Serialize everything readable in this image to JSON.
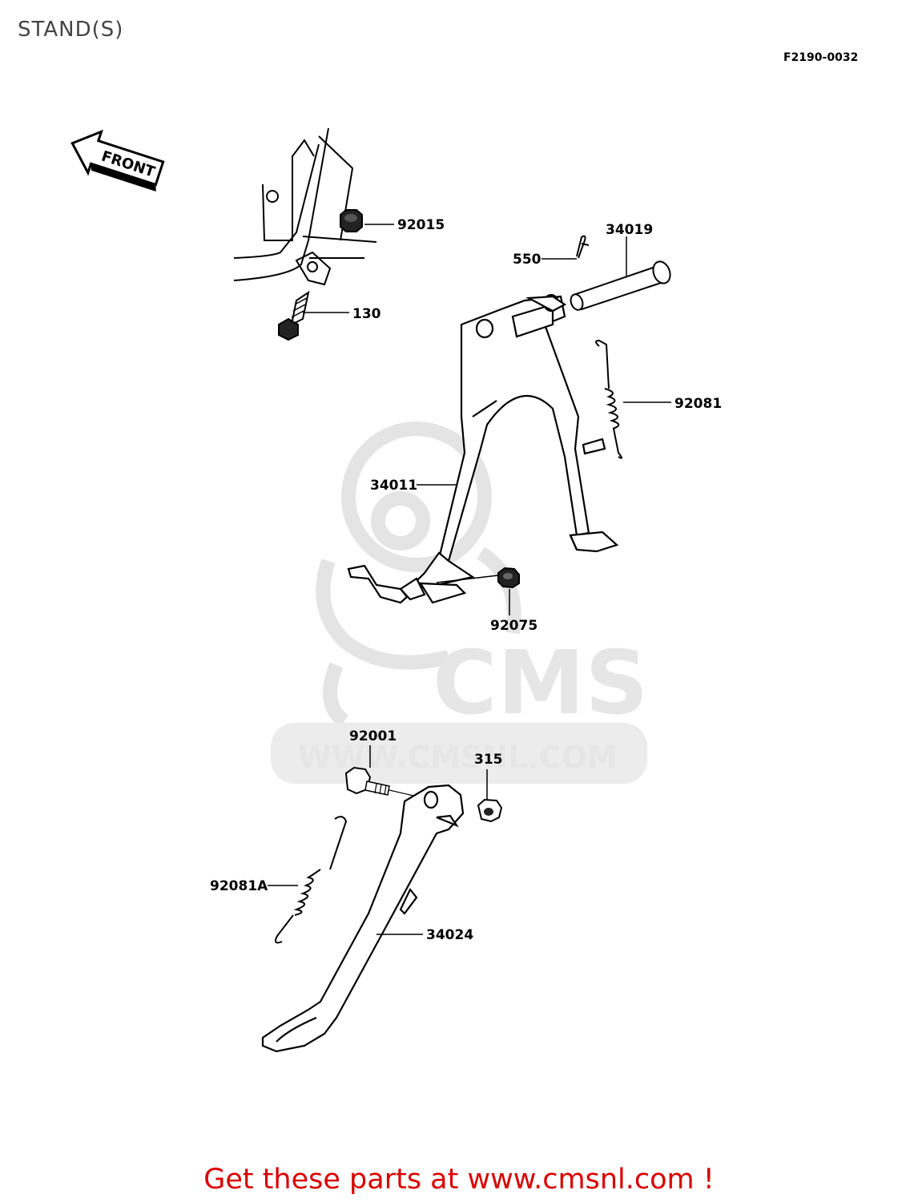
{
  "header": {
    "title": "STAND(S)",
    "diagram_code": "F2190-0032"
  },
  "direction_marker": {
    "label": "FRONT",
    "icon": "front-arrow-icon"
  },
  "watermark": {
    "brand": "CMS",
    "url": "WWW.CMSNL.COM"
  },
  "parts": [
    {
      "id": "92015"
    },
    {
      "id": "130"
    },
    {
      "id": "550"
    },
    {
      "id": "34019"
    },
    {
      "id": "92081"
    },
    {
      "id": "34011"
    },
    {
      "id": "92075"
    },
    {
      "id": "92001"
    },
    {
      "id": "315"
    },
    {
      "id": "92081A"
    },
    {
      "id": "34024"
    }
  ],
  "footer": {
    "cta": "Get these parts at www.cmsnl.com !",
    "cta_color": "#d80000"
  }
}
